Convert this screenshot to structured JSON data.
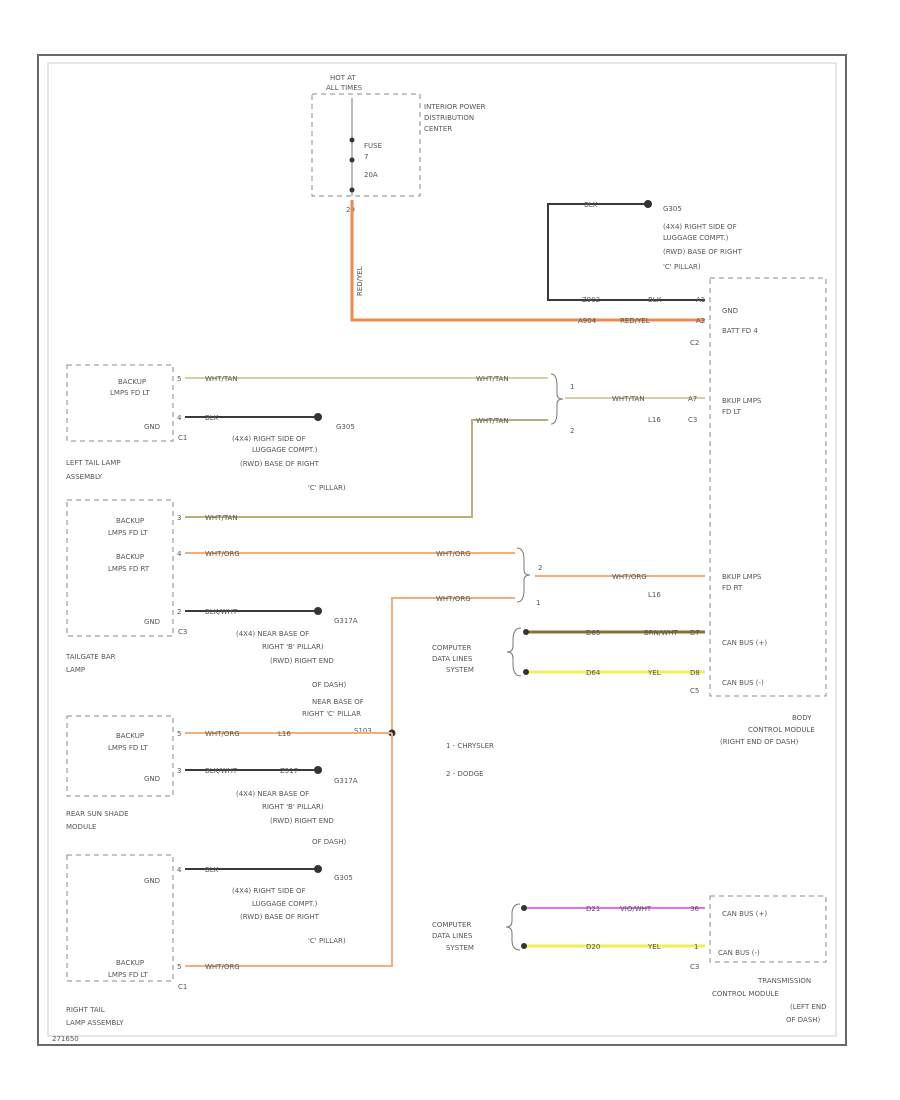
{
  "ipdc": {
    "hot_line1": "HOT AT",
    "hot_line2": "ALL TIMES",
    "title_line1": "INTERIOR POWER",
    "title_line2": "DISTRIBUTION",
    "title_line3": "CENTER",
    "fuse_line1": "FUSE",
    "fuse_line2": "7",
    "fuse_line3": "20A",
    "pin": "29",
    "wire_color": "RED/YEL"
  },
  "ground_top": {
    "id": "G305",
    "line1": "(4X4) RIGHT SIDE OF",
    "line2": "LUGGAGE COMPT.)",
    "line3": "(RWD) BASE OF RIGHT",
    "line4": "'C' PILLAR)",
    "wire": "BLK"
  },
  "bcm": {
    "gnd_label": "GND",
    "batt_label": "BATT FD 4",
    "c2": "C2",
    "pin_gnd": "A1",
    "pin_batt": "A2",
    "wire_z902": "Z902",
    "wire_blk": "BLK",
    "wire_a904": "A904",
    "wire_redyel": "RED/YEL",
    "bkup_lt_line1": "BKUP LMPS",
    "bkup_lt_line2": "FD LT",
    "lt_pin": "A7",
    "lt_conn": "C3",
    "lt_wire": "WHT/TAN",
    "lt_circuit": "L16",
    "bkup_rt_line1": "BKUP LMPS",
    "bkup_rt_line2": "FD RT",
    "rt_wire": "WHT/ORG",
    "rt_circuit": "L16",
    "canh_label": "CAN BUS (+)",
    "canl_label": "CAN BUS (-)",
    "can_pin1": "D7",
    "can_pin2": "D8",
    "can_conn": "C5",
    "d65": "D65",
    "brnwht": "BRN/WHT",
    "d64": "D64",
    "yel": "YEL",
    "name_line1": "BODY",
    "name_line2": "CONTROL MODULE",
    "name_line3": "(RIGHT END OF DASH)"
  },
  "cdls1": {
    "line1": "COMPUTER",
    "line2": "DATA LINES",
    "line3": "SYSTEM"
  },
  "left_tail": {
    "bkup_line1": "BACKUP",
    "bkup_line2": "LMPS FD LT",
    "gnd": "GND",
    "pin1": "5",
    "pin2": "4",
    "c1": "C1",
    "wire1": "WHT/TAN",
    "wire2": "BLK",
    "name_line1": "LEFT TAIL LAMP",
    "name_line2": "ASSEMBLY",
    "g_id": "G305",
    "g_line1": "(4X4) RIGHT SIDE OF",
    "g_line2": "LUGGAGE COMPT.)",
    "g_line3": "(RWD) BASE OF RIGHT",
    "g_line4": "'C' PILLAR)"
  },
  "splice1": {
    "wire_a": "WHT/TAN",
    "wire_b": "WHT/TAN",
    "num1": "1",
    "num2": "2"
  },
  "tailgate": {
    "bkup_lt_line1": "BACKUP",
    "bkup_lt_line2": "LMPS FD LT",
    "bkup_rt_line1": "BACKUP",
    "bkup_rt_line2": "LMPS FD RT",
    "gnd": "GND",
    "pin_a": "3",
    "pin_b": "4",
    "pin_c": "2",
    "c3": "C3",
    "wire_lt": "WHT/TAN",
    "wire_rt": "WHT/ORG",
    "wire_gnd": "BLK/WHT",
    "name_line1": "TAILGATE BAR",
    "name_line2": "LAMP",
    "g_id": "G317A",
    "g_line1": "(4X4) NEAR BASE OF",
    "g_line2": "RIGHT 'B' PILLAR)",
    "g_line3": "(RWD) RIGHT END",
    "g_line4": "OF DASH)"
  },
  "splice2": {
    "wire_a": "WHT/ORG",
    "wire_b": "WHT/ORG",
    "num2": "2",
    "num1": "1"
  },
  "splice_main": {
    "line1": "NEAR BASE OF",
    "line2": "RIGHT 'C' PILLAR",
    "id": "S103"
  },
  "rear_sunshade": {
    "bkup_line1": "BACKUP",
    "bkup_line2": "LMPS FD LT",
    "gnd": "GND",
    "pin1": "5",
    "pin2": "3",
    "wire1": "WHT/ORG",
    "circuit": "L16",
    "wire2": "BLK/WHT",
    "wire2_code": "Z917",
    "name_line1": "REAR SUN SHADE",
    "name_line2": "MODULE",
    "g_id": "G317A",
    "g_line1": "(4X4) NEAR BASE OF",
    "g_line2": "RIGHT 'B' PILLAR)",
    "g_line3": "(RWD) RIGHT END",
    "g_line4": "OF DASH)"
  },
  "legend": {
    "item1": "1 - CHRYSLER",
    "item2": "2 - DODGE"
  },
  "right_tail": {
    "gnd": "GND",
    "bkup_line1": "BACKUP",
    "bkup_line2": "LMPS FD LT",
    "pin1": "4",
    "pin2": "5",
    "c1": "C1",
    "wire1": "BLK",
    "wire2": "WHT/ORG",
    "name_line1": "RIGHT TAIL",
    "name_line2": "LAMP ASSEMBLY",
    "g_id": "G305",
    "g_line1": "(4X4) RIGHT SIDE OF",
    "g_line2": "LUGGAGE COMPT.)",
    "g_line3": "(RWD) BASE OF RIGHT",
    "g_line4": "'C' PILLAR)"
  },
  "cdls2": {
    "line1": "COMPUTER",
    "line2": "DATA LINES",
    "line3": "SYSTEM",
    "d21": "D21",
    "vio": "VIO/WHT",
    "d20": "D20",
    "yel": "YEL"
  },
  "tcm": {
    "canh": "CAN BUS (+)",
    "canl": "CAN BUS (-)",
    "pin1": "36",
    "pin2": "1",
    "c3": "C3",
    "name_line1": "TRANSMISSION",
    "name_line2": "CONTROL MODULE",
    "name_line3": "(LEFT END",
    "name_line4": "OF DASH)"
  },
  "footer": {
    "code": "271650"
  }
}
